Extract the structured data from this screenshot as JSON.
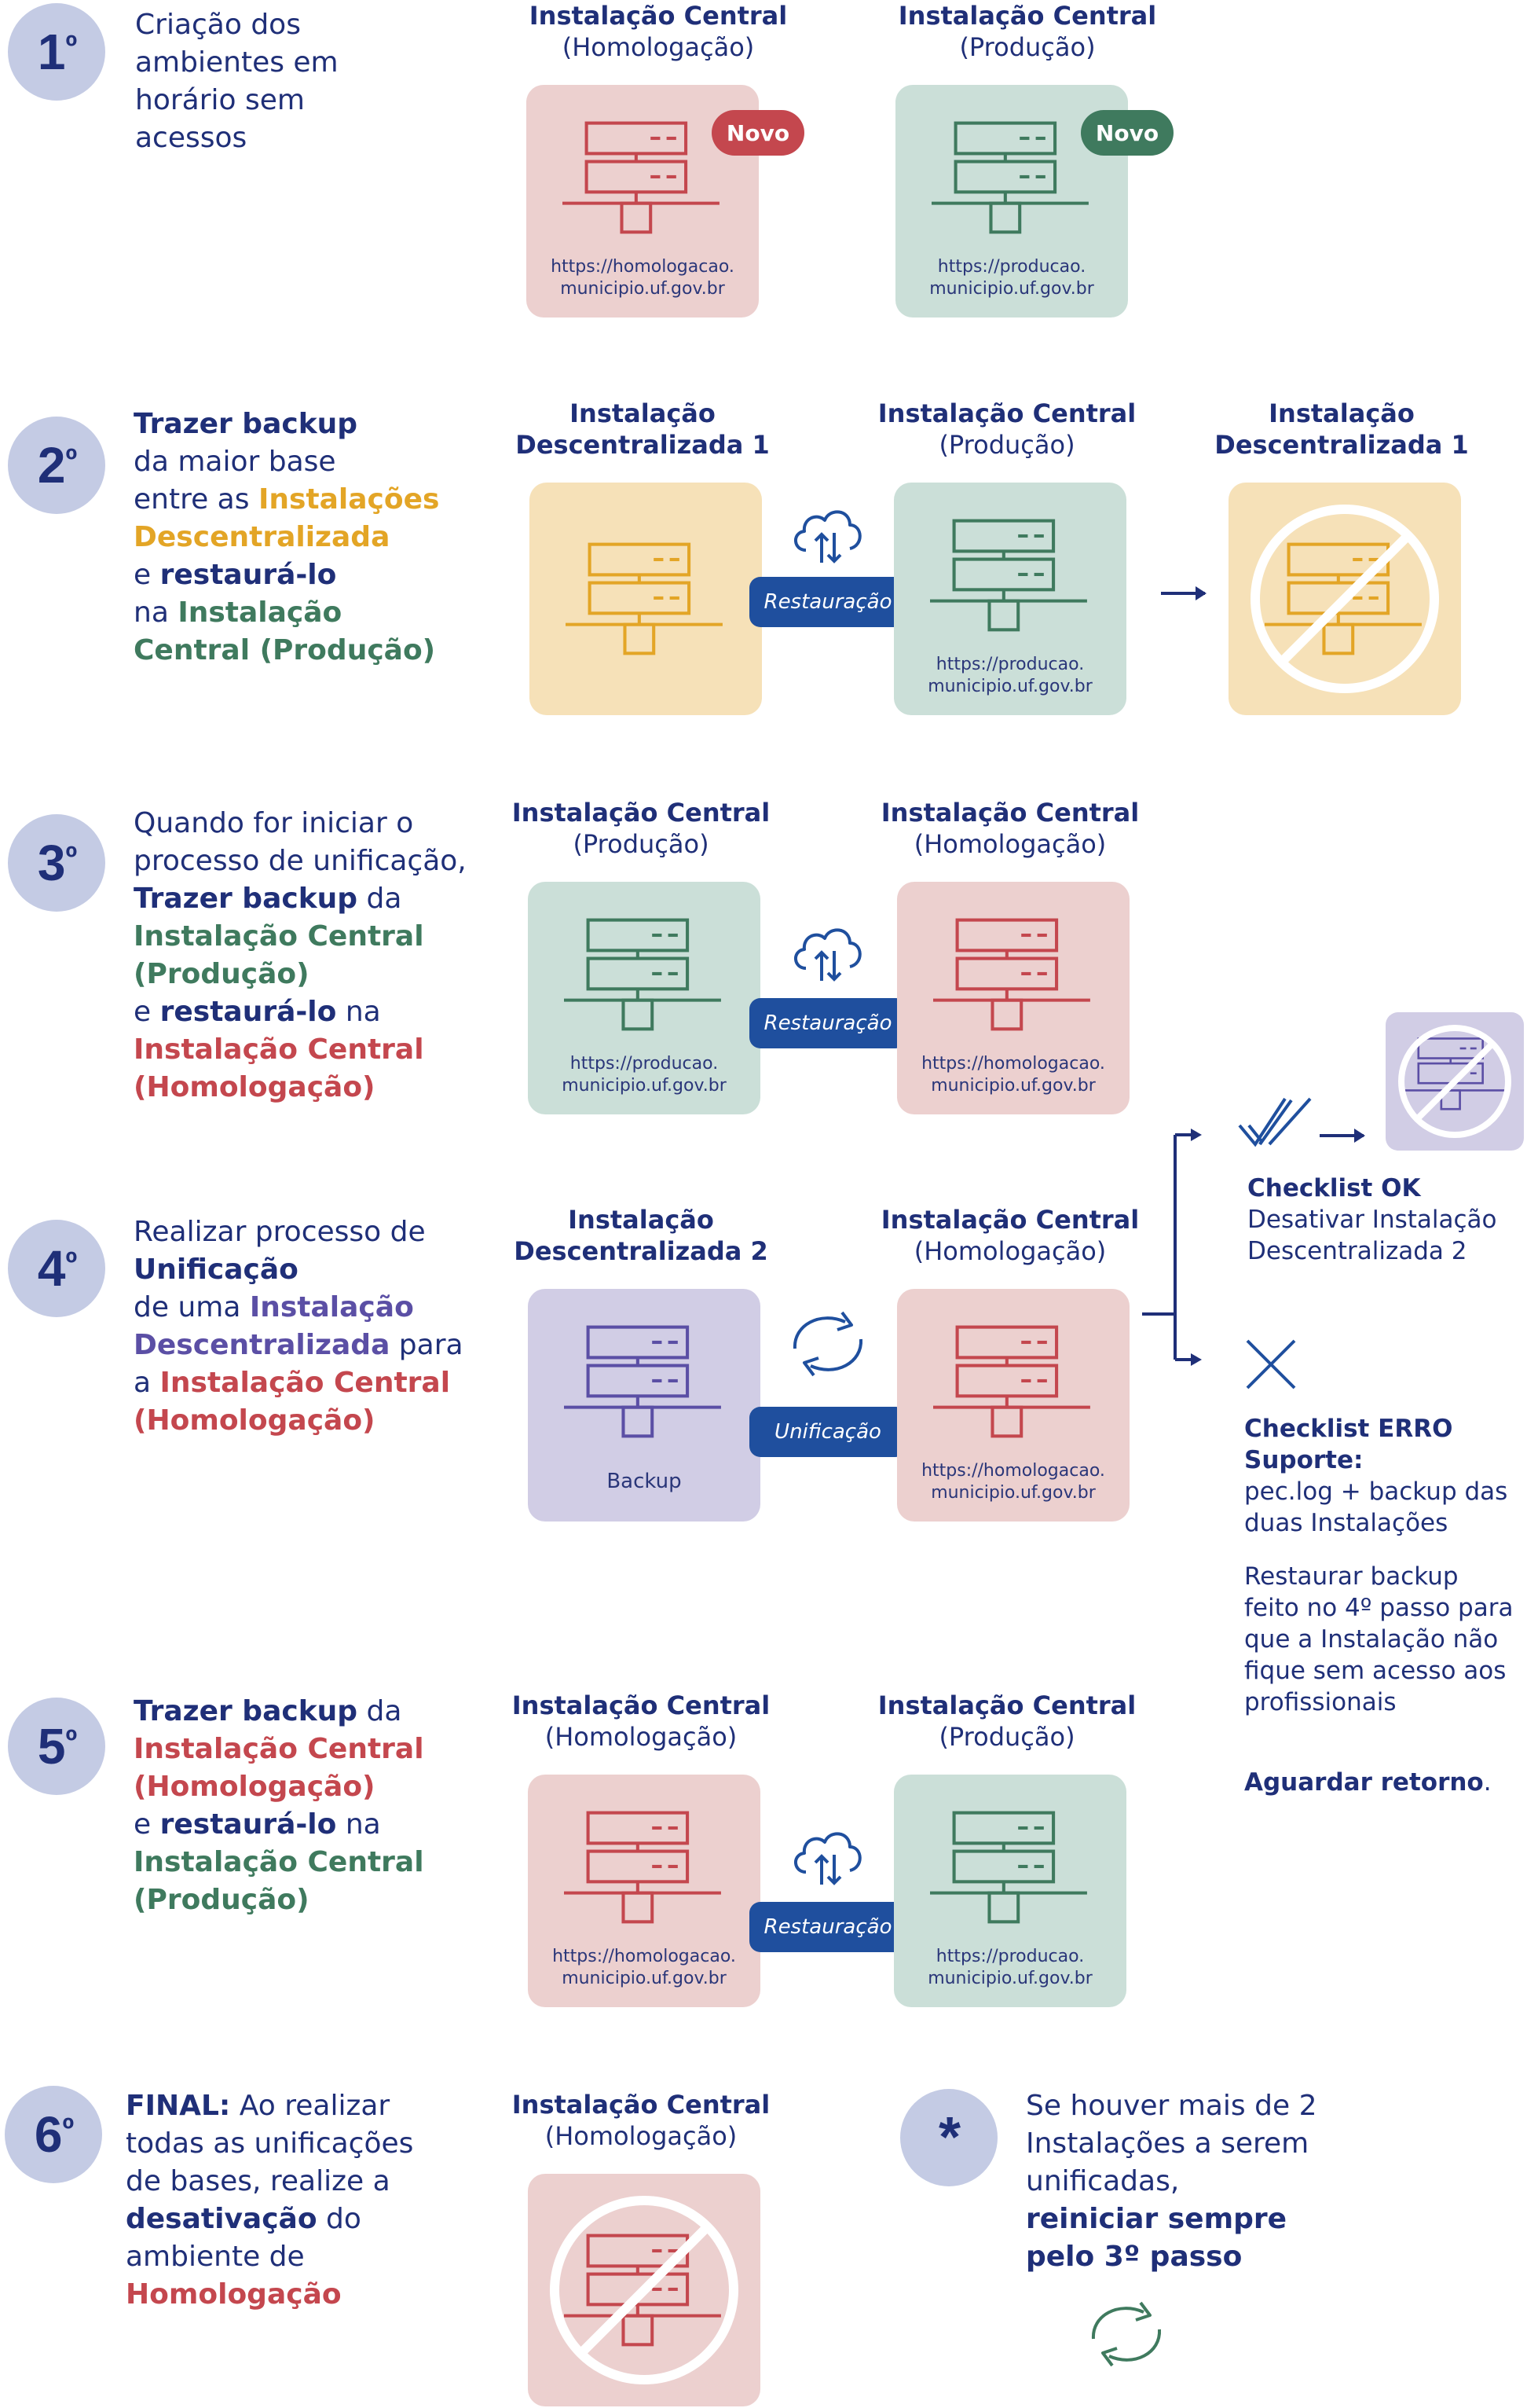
{
  "steps": {
    "s1": {
      "number": "1",
      "ord": "º",
      "text": "Criação dos ambientes em horário sem acessos"
    },
    "s2": {
      "number": "2",
      "ord": "º",
      "p1": "Trazer backup",
      "p2": "da maior base",
      "p3": "entre as ",
      "p4": "Instalações Descentralizada",
      "p5": "e ",
      "p6": "restaurá-lo",
      "p7": "na ",
      "p8": "Instalação Central (Produção)"
    },
    "s3": {
      "number": "3",
      "ord": "º",
      "p1": "Quando for iniciar o processo de unificação,",
      "p2": "Trazer backup",
      "p3": " da",
      "p4": "Instalação Central (Produção)",
      "p5": "e ",
      "p6": "restaurá-lo",
      "p7": " na",
      "p8": "Instalação Central (Homologação)"
    },
    "s4": {
      "number": "4",
      "ord": "º",
      "p1": "Realizar processo de ",
      "p2": "Unificação",
      "p3": "de uma ",
      "p4": "Instalação Descentralizada",
      "p5": " para a ",
      "p6": "Instalação Central (Homologação)"
    },
    "s5": {
      "number": "5",
      "ord": "º",
      "p1": "Trazer backup",
      "p2": " da",
      "p3": "Instalação Central (Homologação)",
      "p4": "e ",
      "p5": "restaurá-lo",
      "p6": " na",
      "p7": "Instalação Central (Produção)"
    },
    "s6": {
      "number": "6",
      "ord": "º",
      "p1": "FINAL:",
      "p2": " Ao realizar todas as unificações de bases, realize a ",
      "p3": "desativação",
      "p4": " do ambiente de ",
      "p5": "Homologação"
    }
  },
  "titles": {
    "central_homolog": {
      "t1": "Instalação Central",
      "t2": "(Homologação)"
    },
    "central_prod": {
      "t1": "Instalação Central",
      "t2": "(Produção)"
    },
    "desc1": {
      "t1": "Instalação",
      "t2": "Descentralizada 1"
    },
    "desc2": {
      "t1": "Instalação",
      "t2": "Descentralizada 2"
    }
  },
  "urls": {
    "homolog": [
      "https://homologacao.",
      "municipio.uf.gov.br"
    ],
    "prod": [
      "https://producao.",
      "municipio.uf.gov.br"
    ]
  },
  "labels": {
    "novo": "Novo",
    "restauracao": "Restauração",
    "unificacao": "Unificação",
    "backup": "Backup"
  },
  "checklist_ok": {
    "title": "Checklist OK",
    "text": "Desativar Instalação Descentralizada 2"
  },
  "checklist_erro": {
    "title": "Checklist ERRO Suporte:",
    "line": "pec.log + backup das duas Instalações",
    "restore": "Restaurar backup feito no 4º passo para que a Instalação não fique sem acesso aos profissionais",
    "wait": "Aguardar retorno",
    "wait_end": "."
  },
  "footnote": {
    "symbol": "*",
    "p1": "Se houver mais de 2 Instalações a serem unificadas,",
    "p2": "reiniciar sempre pelo 3º passo"
  },
  "colors": {
    "navy": "#1f2f78",
    "red": "#c4474e",
    "green": "#3f7a5e",
    "yellow": "#e3a526",
    "purple": "#5b4fa5",
    "pill": "#1f4f9e"
  },
  "icons": [
    "server-icon",
    "cloud-sync-icon",
    "prohibited-icon",
    "arrow-right-icon",
    "check-double-icon",
    "x-icon",
    "refresh-icon"
  ]
}
